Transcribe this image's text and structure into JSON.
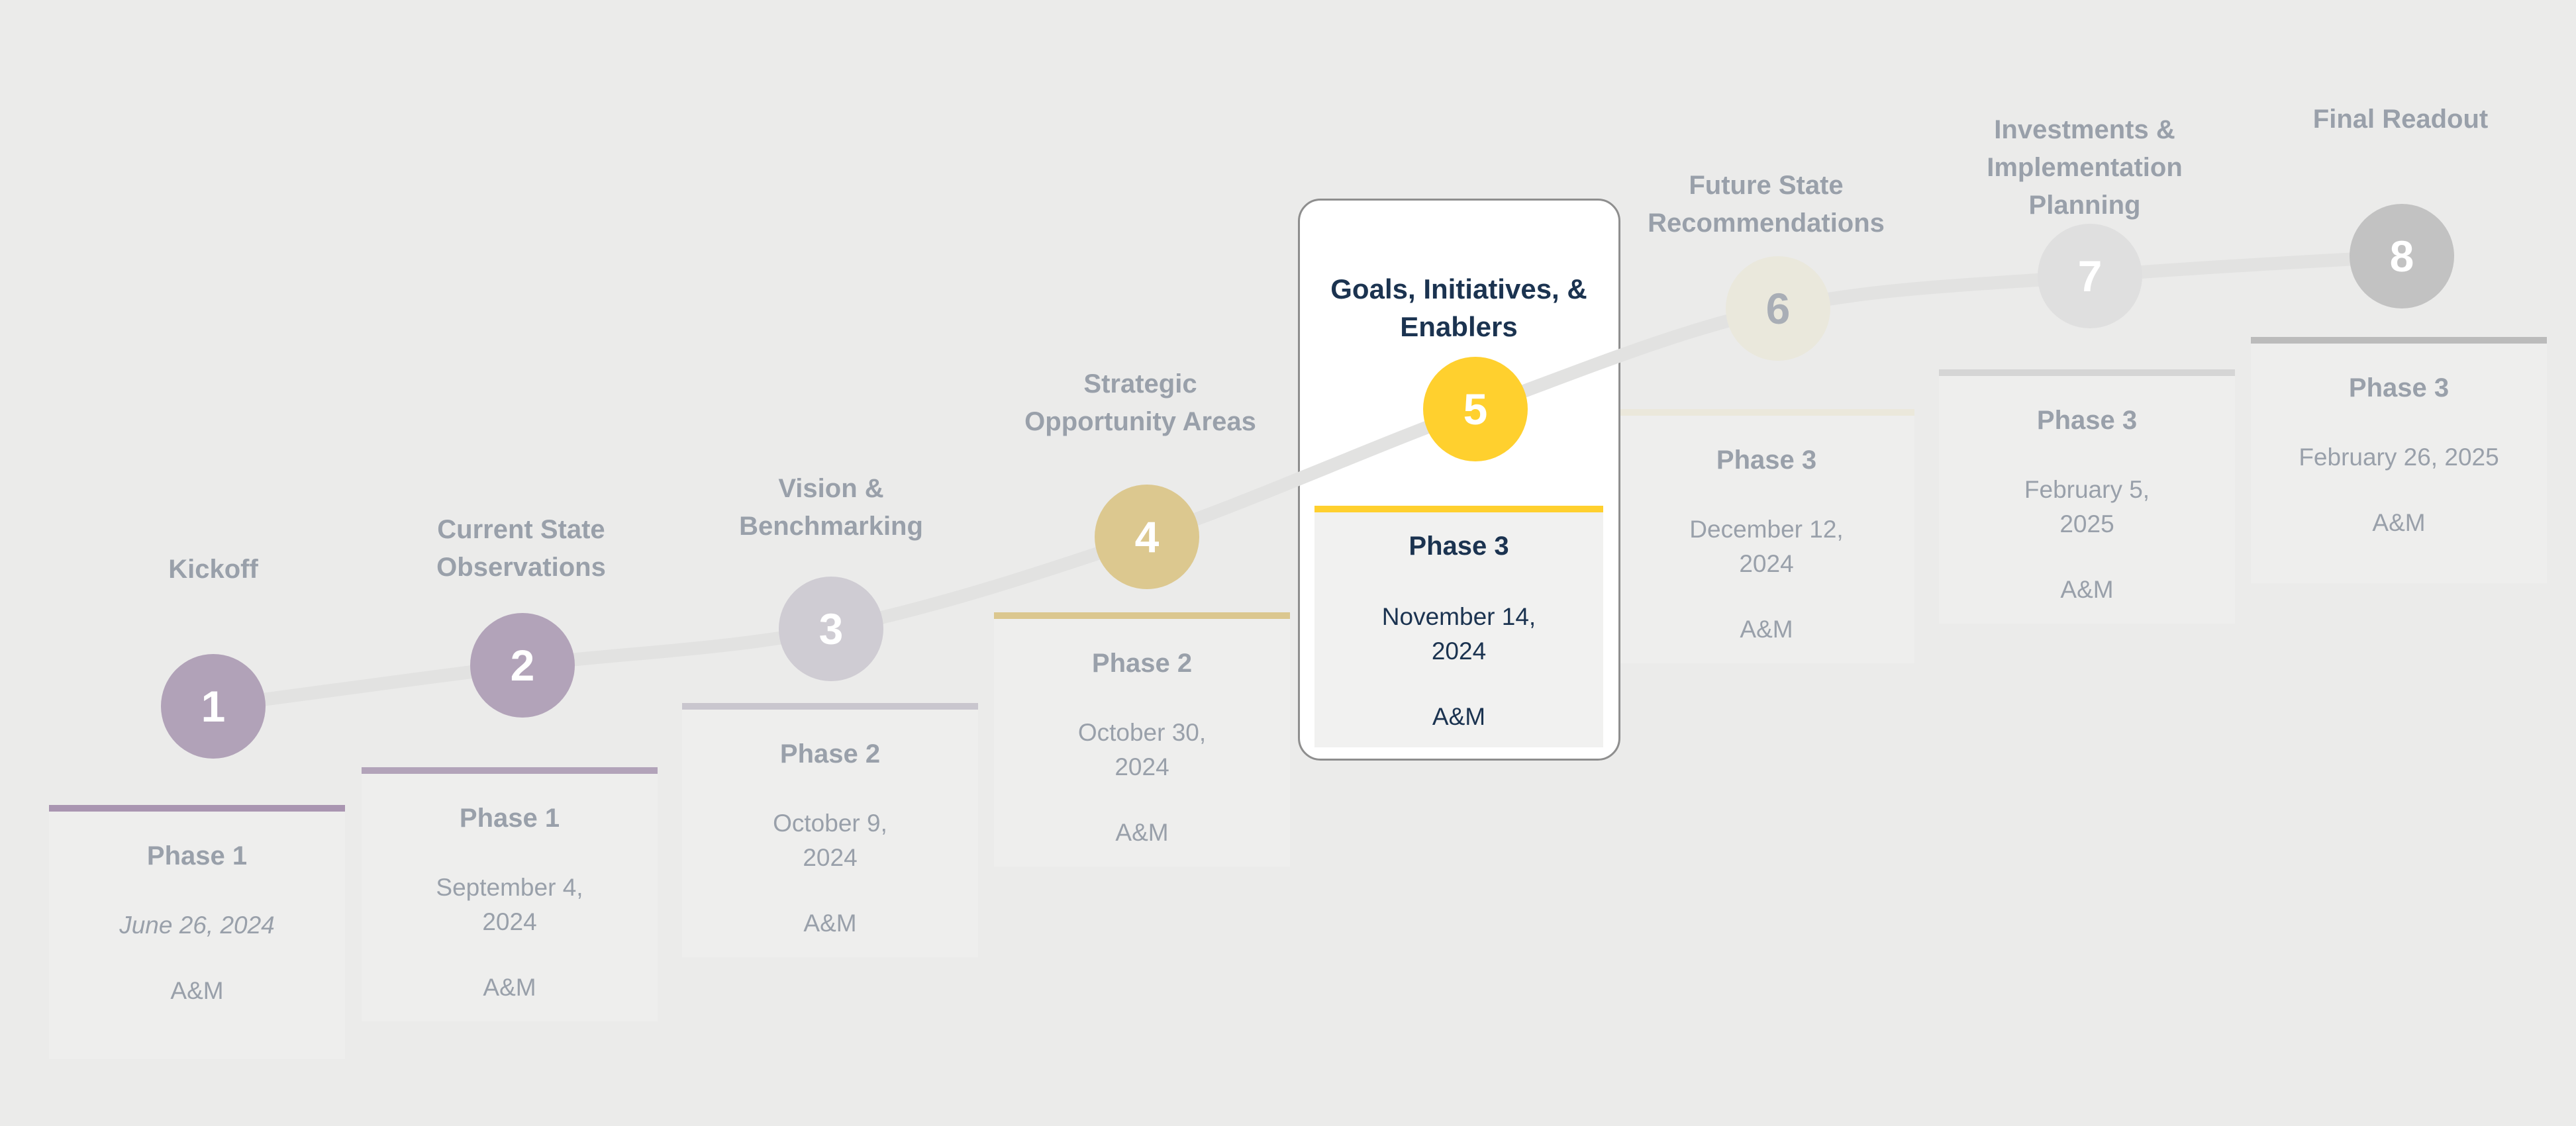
{
  "page": {
    "background_color": "#EBEBEA",
    "timeline_color": "#E2E2E1",
    "title_text_color": "#99A0AA",
    "highlight_text_color": "#1B3350",
    "card_background": "#EEEEED",
    "highlight_card_background": "#FFFFFF",
    "highlight_card_border": "#8E8E8E",
    "highlight_panel_background": "#F1F1F0"
  },
  "milestones": [
    {
      "number": "1",
      "title": "Kickoff",
      "phase": "Phase 1",
      "date": "June 26, 2024",
      "org": "A&M",
      "accent_color": "#A995B1",
      "circle_color": "#B1A2B8",
      "digit_color": "#FFFFFF",
      "highlighted": false
    },
    {
      "number": "2",
      "title": "Current State\nObservations",
      "phase": "Phase 1",
      "date": "September 4,\n2024",
      "org": "A&M",
      "accent_color": "#B2A3B9",
      "circle_color": "#B2A3B9",
      "digit_color": "#FFFFFF",
      "highlighted": false
    },
    {
      "number": "3",
      "title": "Vision &\nBenchmarking",
      "phase": "Phase 2",
      "date": "October 9,\n2024",
      "org": "A&M",
      "accent_color": "#C9C6CE",
      "circle_color": "#CFCCD3",
      "digit_color": "#FFFFFF",
      "highlighted": false
    },
    {
      "number": "4",
      "title": "Strategic\nOpportunity Areas",
      "phase": "Phase 2",
      "date": "October 30,\n2024",
      "org": "A&M",
      "accent_color": "#DBC78F",
      "circle_color": "#DCC88F",
      "digit_color": "#FFFFFF",
      "highlighted": false
    },
    {
      "number": "5",
      "title": "Goals, Initiatives, &\nEnablers",
      "phase": "Phase 3",
      "date": "November 14,\n2024",
      "org": "A&M",
      "accent_color": "#FFD02E",
      "circle_color": "#FFD02E",
      "digit_color": "#FFFFFF",
      "highlighted": true
    },
    {
      "number": "6",
      "title": "Future State\nRecommendations",
      "phase": "Phase 3",
      "date": "December 12,\n2024",
      "org": "A&M",
      "accent_color": "#EBE8DB",
      "circle_color": "#EAE8DC",
      "digit_color": "#A9AEB6",
      "highlighted": false
    },
    {
      "number": "7",
      "title": "Investments &\nImplementation\nPlanning",
      "phase": "Phase 3",
      "date": "February 5,\n2025",
      "org": "A&M",
      "accent_color": "#D5D5D5",
      "circle_color": "#DFDFDF",
      "digit_color": "#FFFFFF",
      "highlighted": false
    },
    {
      "number": "8",
      "title": "Final Readout",
      "phase": "Phase 3",
      "date": "February 26, 2025",
      "org": "A&M",
      "accent_color": "#BBBBBB",
      "circle_color": "#C2C2C2",
      "digit_color": "#FFFFFF",
      "highlighted": false
    }
  ]
}
